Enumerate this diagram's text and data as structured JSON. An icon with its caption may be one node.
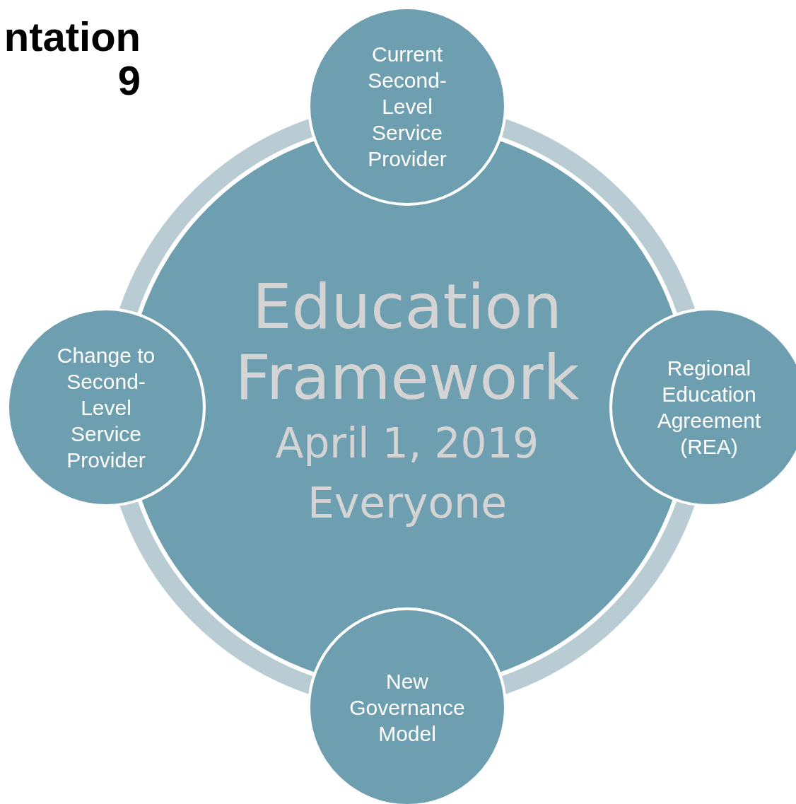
{
  "diagram": {
    "nodes": [
      {
        "text": [
          "Education Framework",
          "April 1, 2019",
          "Everyone"
        ]
      },
      {
        "text": [
          "Current Second-Level Service Provider"
        ]
      },
      {
        "text": [
          "Change to Second-Level Service Provider"
        ]
      },
      {
        "text": [
          "Regional Education Agreement (REA)"
        ]
      },
      {
        "text": [
          "New Governance Model"
        ]
      }
    ],
    "labels": [
      "ntation",
      "9"
    ]
  }
}
